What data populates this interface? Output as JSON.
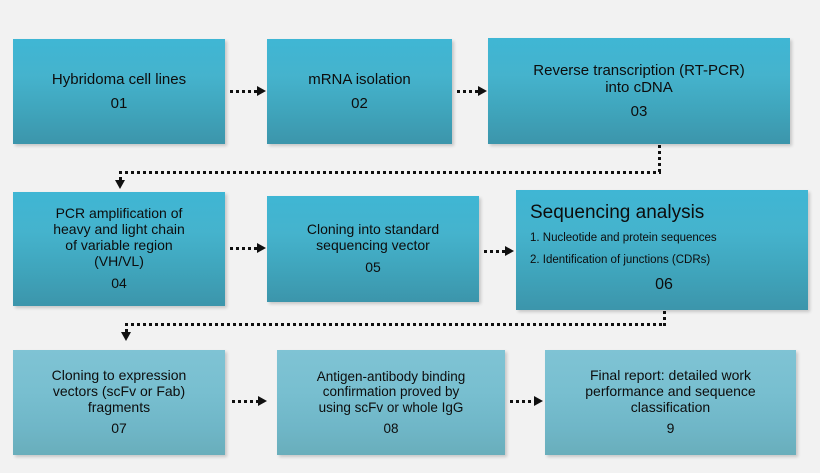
{
  "diagram": {
    "type": "flowchart",
    "background_color": "#f2f2f2",
    "node_fill_top_rows": "#3fb6d4",
    "node_fill_bottom_row": "#7fc3d4",
    "connector_color": "#101010",
    "connector_style": "dotted-with-arrowhead"
  },
  "nodes": [
    {
      "id": "n01",
      "title": "Hybridoma cell lines",
      "number": "01"
    },
    {
      "id": "n02",
      "title": "mRNA isolation",
      "number": "02"
    },
    {
      "id": "n03",
      "title": "Reverse transcription (RT-PCR)\ninto cDNA",
      "number": "03"
    },
    {
      "id": "n04",
      "title": "PCR amplification of\nheavy and light chain\nof variable region\n(VH/VL)",
      "number": "04"
    },
    {
      "id": "n05",
      "title": "Cloning into standard\nsequencing vector",
      "number": "05"
    },
    {
      "id": "n06",
      "heading": "Sequencing analysis",
      "items": [
        "1.  Nucleotide and protein sequences",
        "2. Identification of junctions (CDRs)"
      ],
      "number": "06"
    },
    {
      "id": "n07",
      "title": "Cloning to expression\nvectors  (scFv or Fab)\nfragments",
      "number": "07"
    },
    {
      "id": "n08",
      "title": "Antigen-antibody binding\nconfirmation  proved by\nusing  scFv or whole IgG",
      "number": "08"
    },
    {
      "id": "n09",
      "title": "Final report: detailed work\nperformance and sequence\nclassification",
      "number": "9"
    }
  ],
  "edges": [
    {
      "from": "n01",
      "to": "n02",
      "direction": "right"
    },
    {
      "from": "n02",
      "to": "n03",
      "direction": "right"
    },
    {
      "from": "n03",
      "to": "n04",
      "direction": "down-left-down"
    },
    {
      "from": "n04",
      "to": "n05",
      "direction": "right"
    },
    {
      "from": "n05",
      "to": "n06",
      "direction": "right"
    },
    {
      "from": "n06",
      "to": "n07",
      "direction": "down-left-down"
    },
    {
      "from": "n07",
      "to": "n08",
      "direction": "right"
    },
    {
      "from": "n08",
      "to": "n09",
      "direction": "right"
    }
  ]
}
